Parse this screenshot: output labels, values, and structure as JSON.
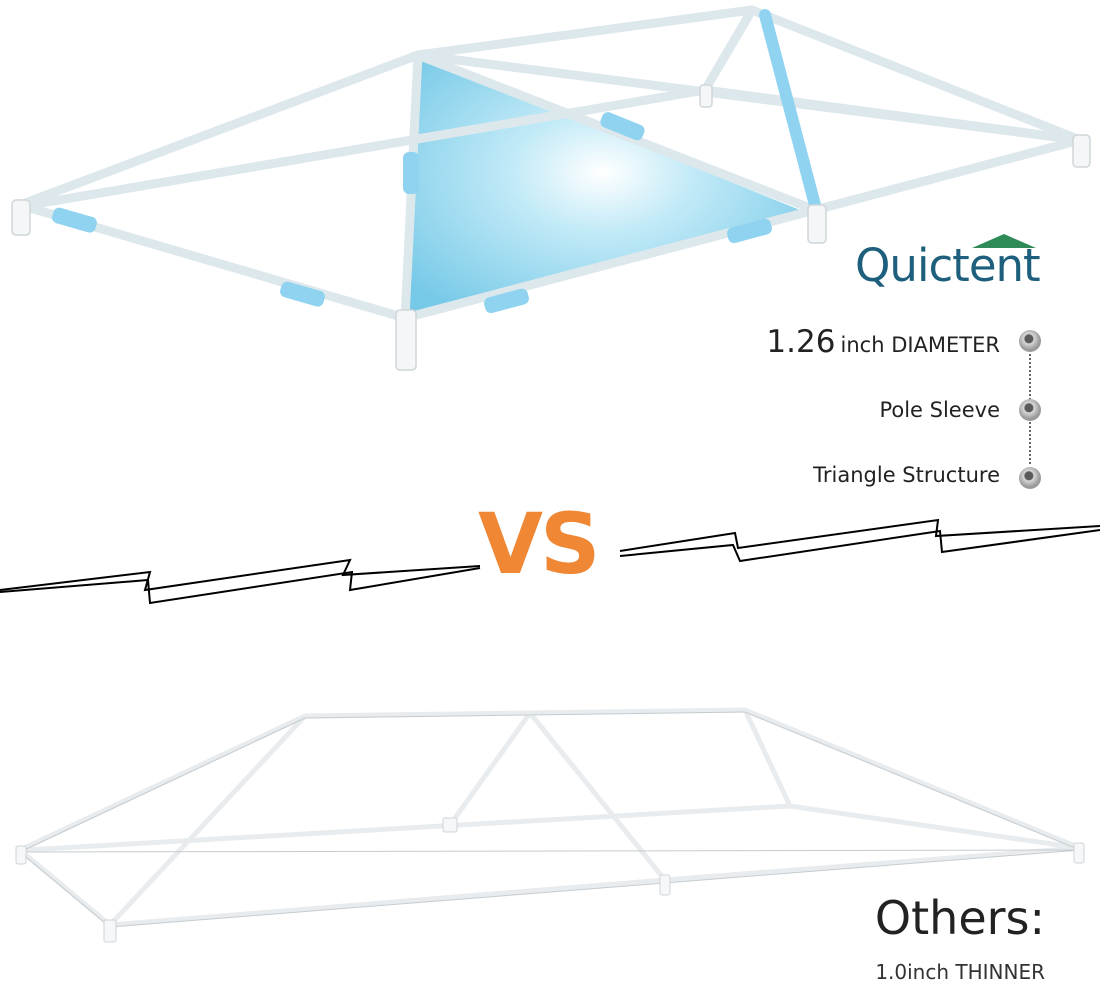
{
  "brand": {
    "name": "Quictent",
    "color": "#1d5f7c",
    "roof_color": "#2e8b57"
  },
  "features": [
    {
      "value": "1.26",
      "unit": "inch DIAMETER"
    },
    {
      "label": "Pole Sleeve"
    },
    {
      "label": "Triangle Structure"
    }
  ],
  "vs_label": "VS",
  "vs_color": "#ef8734",
  "comparison": {
    "title": "Others:",
    "subtitle": "1.0inch THINNER"
  },
  "colors": {
    "frame_pole": "#dfe9ed",
    "sleeve": "#8fd3f0",
    "triangle_fill": "#7fcfea"
  }
}
